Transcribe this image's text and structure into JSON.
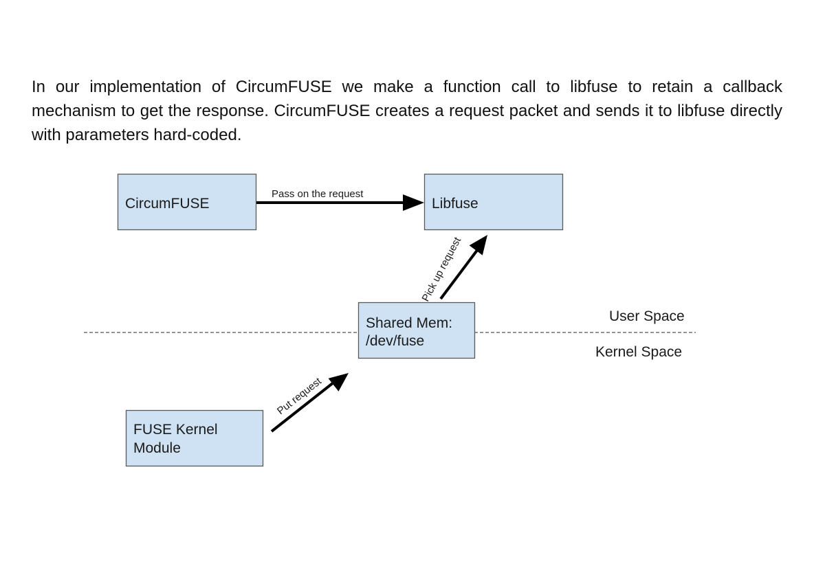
{
  "paragraph": "In our implementation of CircumFUSE we make a function call to libfuse to retain a callback mechanism to get the response. CircumFUSE creates a request packet and sends it to libfuse directly with parameters hard-coded.",
  "diagram": {
    "nodes": {
      "circumfuse": {
        "label": "CircumFUSE"
      },
      "libfuse": {
        "label": "Libfuse"
      },
      "shared_mem": {
        "line1": "Shared Mem:",
        "line2": "/dev/fuse"
      },
      "kernel_module": {
        "line1": "FUSE Kernel",
        "line2": "Module"
      }
    },
    "edges": {
      "pass_request": {
        "label": "Pass on the request"
      },
      "pick_up_request": {
        "label": "Pick up request"
      },
      "put_request": {
        "label": "Put request"
      }
    },
    "regions": {
      "user_space": "User Space",
      "kernel_space": "Kernel Space"
    },
    "colors": {
      "box_fill": "#cfe2f3",
      "box_border": "#595959",
      "arrow": "#000000"
    }
  }
}
